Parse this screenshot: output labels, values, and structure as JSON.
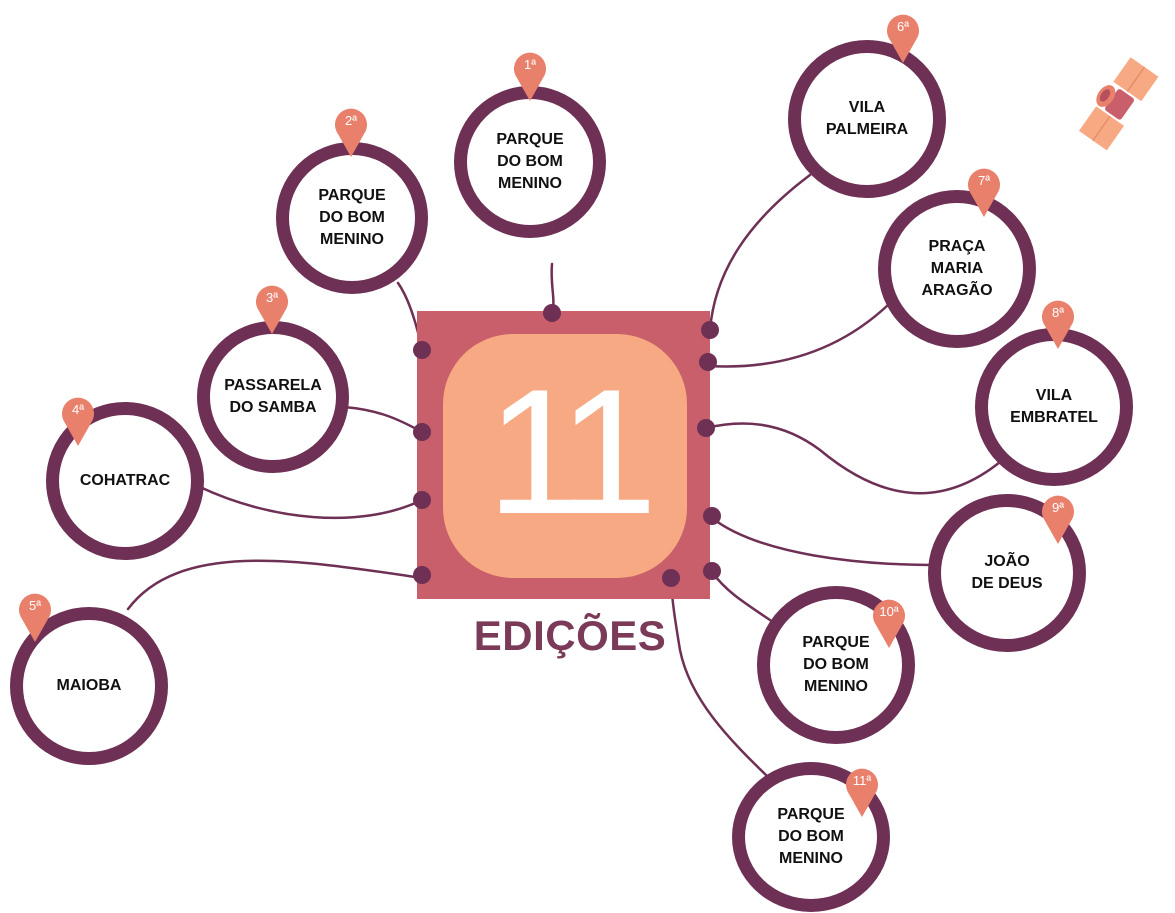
{
  "center": {
    "count": "11",
    "caption": "EDIÇÕES"
  },
  "colors": {
    "ring": "#6e3054",
    "square": "#c95f6a",
    "inner": "#f6a983",
    "pin": "#e8806c",
    "caption": "#7b3b58"
  },
  "icons": {
    "satellite": "satellite-icon",
    "pin": "map-pin-icon"
  },
  "editions": [
    {
      "ordinal": "1ª",
      "place": "PARQUE\nDO BOM\nMENINO"
    },
    {
      "ordinal": "2ª",
      "place": "PARQUE\nDO BOM\nMENINO"
    },
    {
      "ordinal": "3ª",
      "place": "PASSARELA\nDO SAMBA"
    },
    {
      "ordinal": "4ª",
      "place": "COHATRAC"
    },
    {
      "ordinal": "5ª",
      "place": "MAIOBA"
    },
    {
      "ordinal": "6ª",
      "place": "VILA\nPALMEIRA"
    },
    {
      "ordinal": "7ª",
      "place": "PRAÇA\nMARIA\nARAGÃO"
    },
    {
      "ordinal": "8ª",
      "place": "VILA\nEMBRATEL"
    },
    {
      "ordinal": "9ª",
      "place": "JOÃO\nDE DEUS"
    },
    {
      "ordinal": "10ª",
      "place": "PARQUE\nDO BOM\nMENINO"
    },
    {
      "ordinal": "11ª",
      "place": "PARQUE\nDO BOM\nMENINO"
    }
  ]
}
